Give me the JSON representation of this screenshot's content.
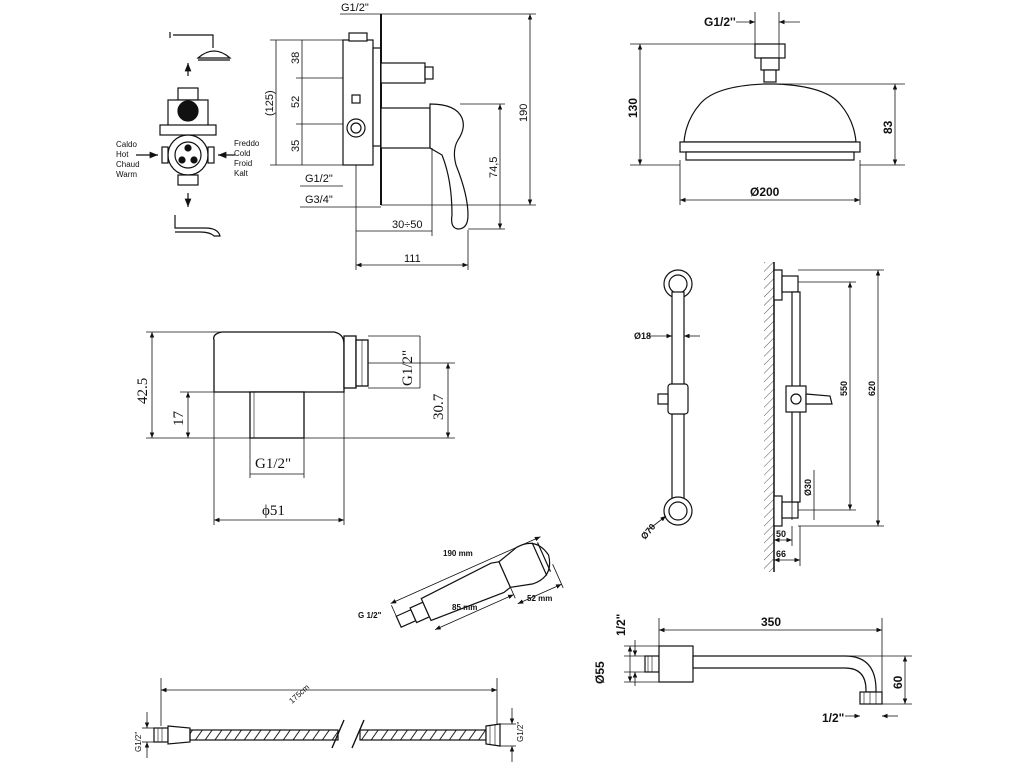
{
  "diagram": {
    "mixer": {
      "labels": {
        "hot_it": "Caldo",
        "hot_en": "Hot",
        "hot_fr": "Chaud",
        "hot_de": "Warm",
        "cold_it": "Freddo",
        "cold_en": "Cold",
        "cold_fr": "Froid",
        "cold_de": "Kalt"
      },
      "dims": {
        "thread_top": "G1/2\"",
        "d38": "38",
        "d52": "52",
        "d35": "35",
        "d125": "(125)",
        "d190": "190",
        "d745": "74,5",
        "thread_mid": "G1/2\"",
        "thread_low": "G3/4\"",
        "d3050": "30÷50",
        "d111": "111"
      }
    },
    "showerhead": {
      "thread": "G1/2''",
      "height": "130",
      "bell": "83",
      "diameter": "Ø200"
    },
    "escutcheon": {
      "height": "42.5",
      "stub": "17",
      "thread_side": "G1/2\"",
      "offset": "30.7",
      "thread_bottom": "G1/2\"",
      "diameter": "ϕ51"
    },
    "slide_bar": {
      "bar_dia": "Ø18",
      "flange_dia": "Ø70",
      "travel": "550",
      "total": "620",
      "clamp": "Ø30",
      "depth1": "50",
      "depth2": "66"
    },
    "handshower": {
      "length": "190 mm",
      "handle": "85 mm",
      "head": "52 mm",
      "thread": "G 1/2\""
    },
    "shower_arm": {
      "length": "350",
      "thread_wall": "1/2\"",
      "flange": "Ø55",
      "drop": "60",
      "thread_end": "1/2\""
    },
    "hose": {
      "length": "175cm",
      "thread_left": "G1/2\"",
      "thread_right": "G1/2\""
    }
  }
}
